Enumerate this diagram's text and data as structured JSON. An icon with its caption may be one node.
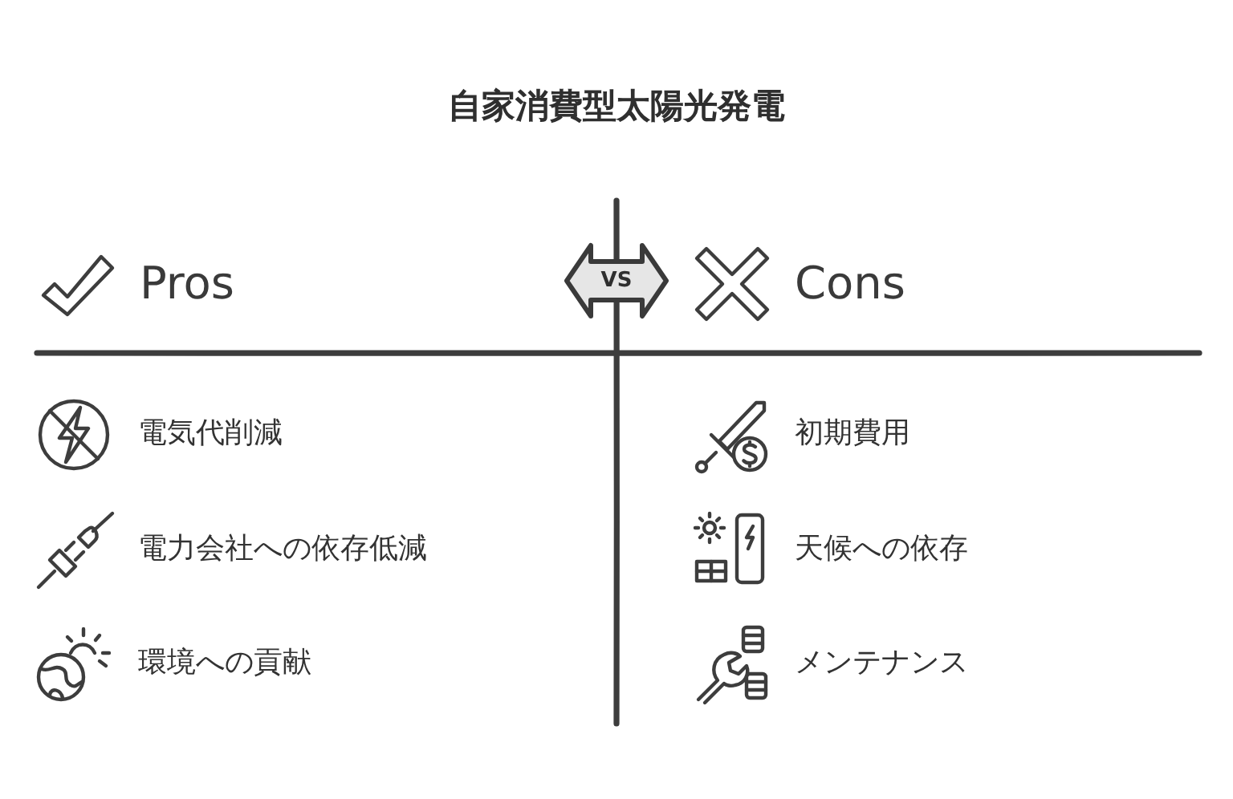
{
  "diagram": {
    "title": "自家消費型太陽光発電",
    "nodes": [
      {
        "text": [
          "VS"
        ]
      }
    ],
    "labels": [
      "Pros",
      "Cons",
      "電気代削減",
      "初期費用",
      "電力会社への依存低減",
      "天候への依存",
      "環境への貢献",
      "メンテナンス"
    ]
  }
}
